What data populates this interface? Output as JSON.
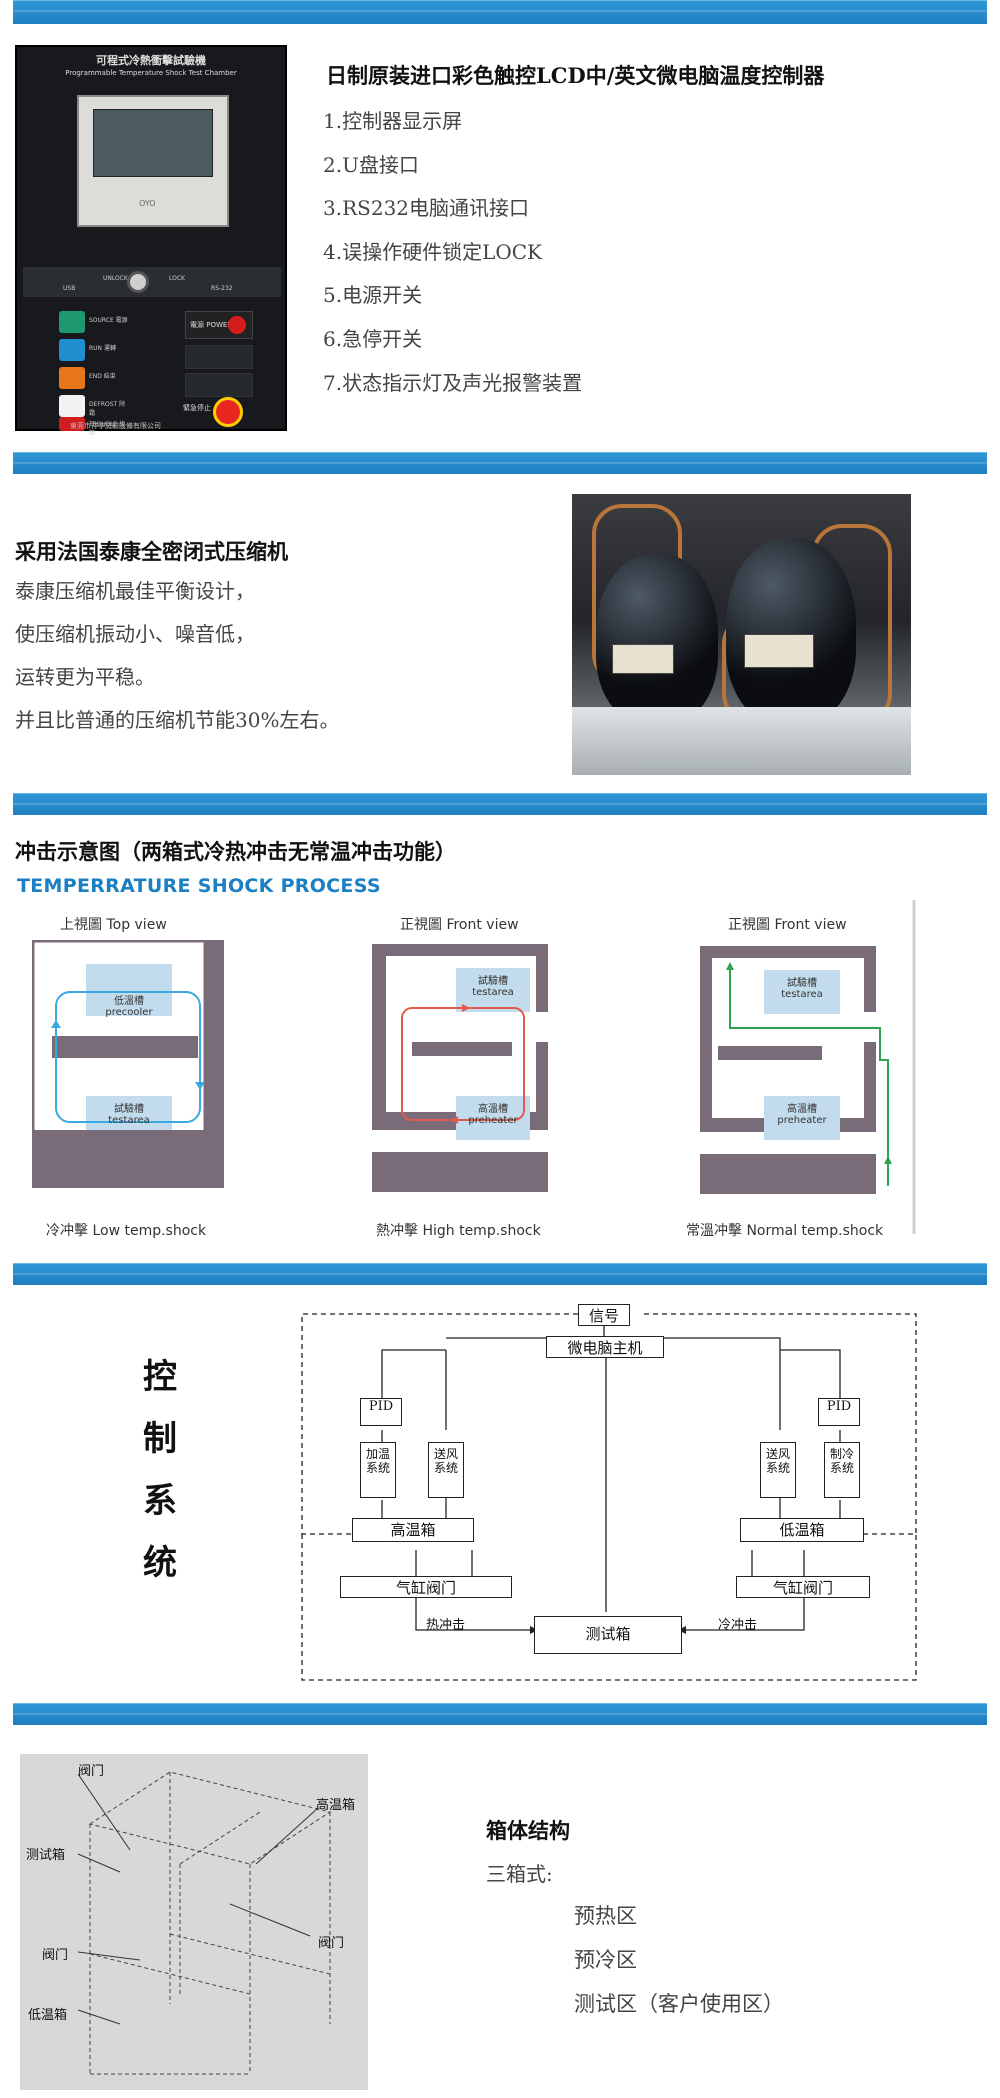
{
  "controller": {
    "panel_header_cn": "可程式冷熱衝擊試驗機",
    "panel_header_en": "Programmable Temperature Shock Test Chamber",
    "panel_port_labels": [
      "USB",
      "UNLOCK",
      "LOCK",
      "RS-232"
    ],
    "panel_buttons": [
      {
        "label": "SOURCE 電源",
        "color": "#1f9a70"
      },
      {
        "label": "RUN 運轉",
        "color": "#1f8fd0"
      },
      {
        "label": "END 結束",
        "color": "#e8771c"
      },
      {
        "label": "DEFROST 除霜",
        "color": "#f1f1f1"
      },
      {
        "label": "TROUBLE 故障",
        "color": "#d01d1d"
      }
    ],
    "panel_power_label": "電源 POWER",
    "panel_estop_label": "緊急停止",
    "panel_footer": "東莞市祥宇試驗設備有限公司",
    "title": "日制原装进口彩色触控LCD中/英文微电脑温度控制器",
    "items": [
      "1.控制器显示屏",
      "2.U盘接口",
      "3.RS232电脑通讯接口",
      "4.误操作硬件锁定LOCK",
      "5.电源开关",
      "6.急停开关",
      "7.状态指示灯及声光报警装置"
    ]
  },
  "compressor": {
    "title": "采用法国泰康全密闭式压缩机",
    "lines": [
      "泰康压缩机最佳平衡设计，",
      "使压缩机振动小、噪音低，",
      "运转更为平稳。",
      "并且比普通的压缩机节能30%左右。"
    ]
  },
  "shock": {
    "title": "冲击示意图（两箱式冷热冲击无常温冲击功能）",
    "subtitle": "TEMPERRATURE SHOCK PROCESS",
    "views": [
      {
        "top_label": "上視圖 Top view",
        "bottom_label": "冷冲擊 Low temp.shock",
        "upper_box": [
          "低溫槽",
          "precooler"
        ],
        "lower_box": [
          "試驗槽",
          "testarea"
        ],
        "flow_color": "#3aa9e0"
      },
      {
        "top_label": "正視圖 Front view",
        "bottom_label": "熱冲擊 High temp.shock",
        "upper_box": [
          "試驗槽",
          "testarea"
        ],
        "lower_box": [
          "高溫槽",
          "preheater"
        ],
        "flow_color": "#e25a4d"
      },
      {
        "top_label": "正視圖 Front view",
        "bottom_label": "常溫冲擊 Normal temp.shock",
        "upper_box": [
          "試驗槽",
          "testarea"
        ],
        "lower_box": [
          "高溫槽",
          "preheater"
        ],
        "flow_color": "#2ea34f"
      }
    ]
  },
  "control_system": {
    "vertical_title": [
      "控",
      "制",
      "系",
      "统"
    ],
    "signal": "信号",
    "host": "微电脑主机",
    "pid": "PID",
    "heat_sys": "加温系统",
    "fan_sys": "送风系统",
    "cool_sys": "制冷系统",
    "high_box": "高温箱",
    "low_box": "低温箱",
    "valve": "气缸阀门",
    "test_box": "测试箱",
    "hot_shock": "热冲击",
    "cold_shock": "冷冲击"
  },
  "structure": {
    "labels": {
      "valve_top": "阀门",
      "test_box": "测试箱",
      "high_box": "高温箱",
      "valve_mid": "阀门",
      "valve_right": "阀门",
      "low_box": "低温箱"
    },
    "title": "箱体结构",
    "subtitle": "三箱式:",
    "items": [
      "预热区",
      "预冷区",
      "测试区（客户使用区）"
    ]
  }
}
